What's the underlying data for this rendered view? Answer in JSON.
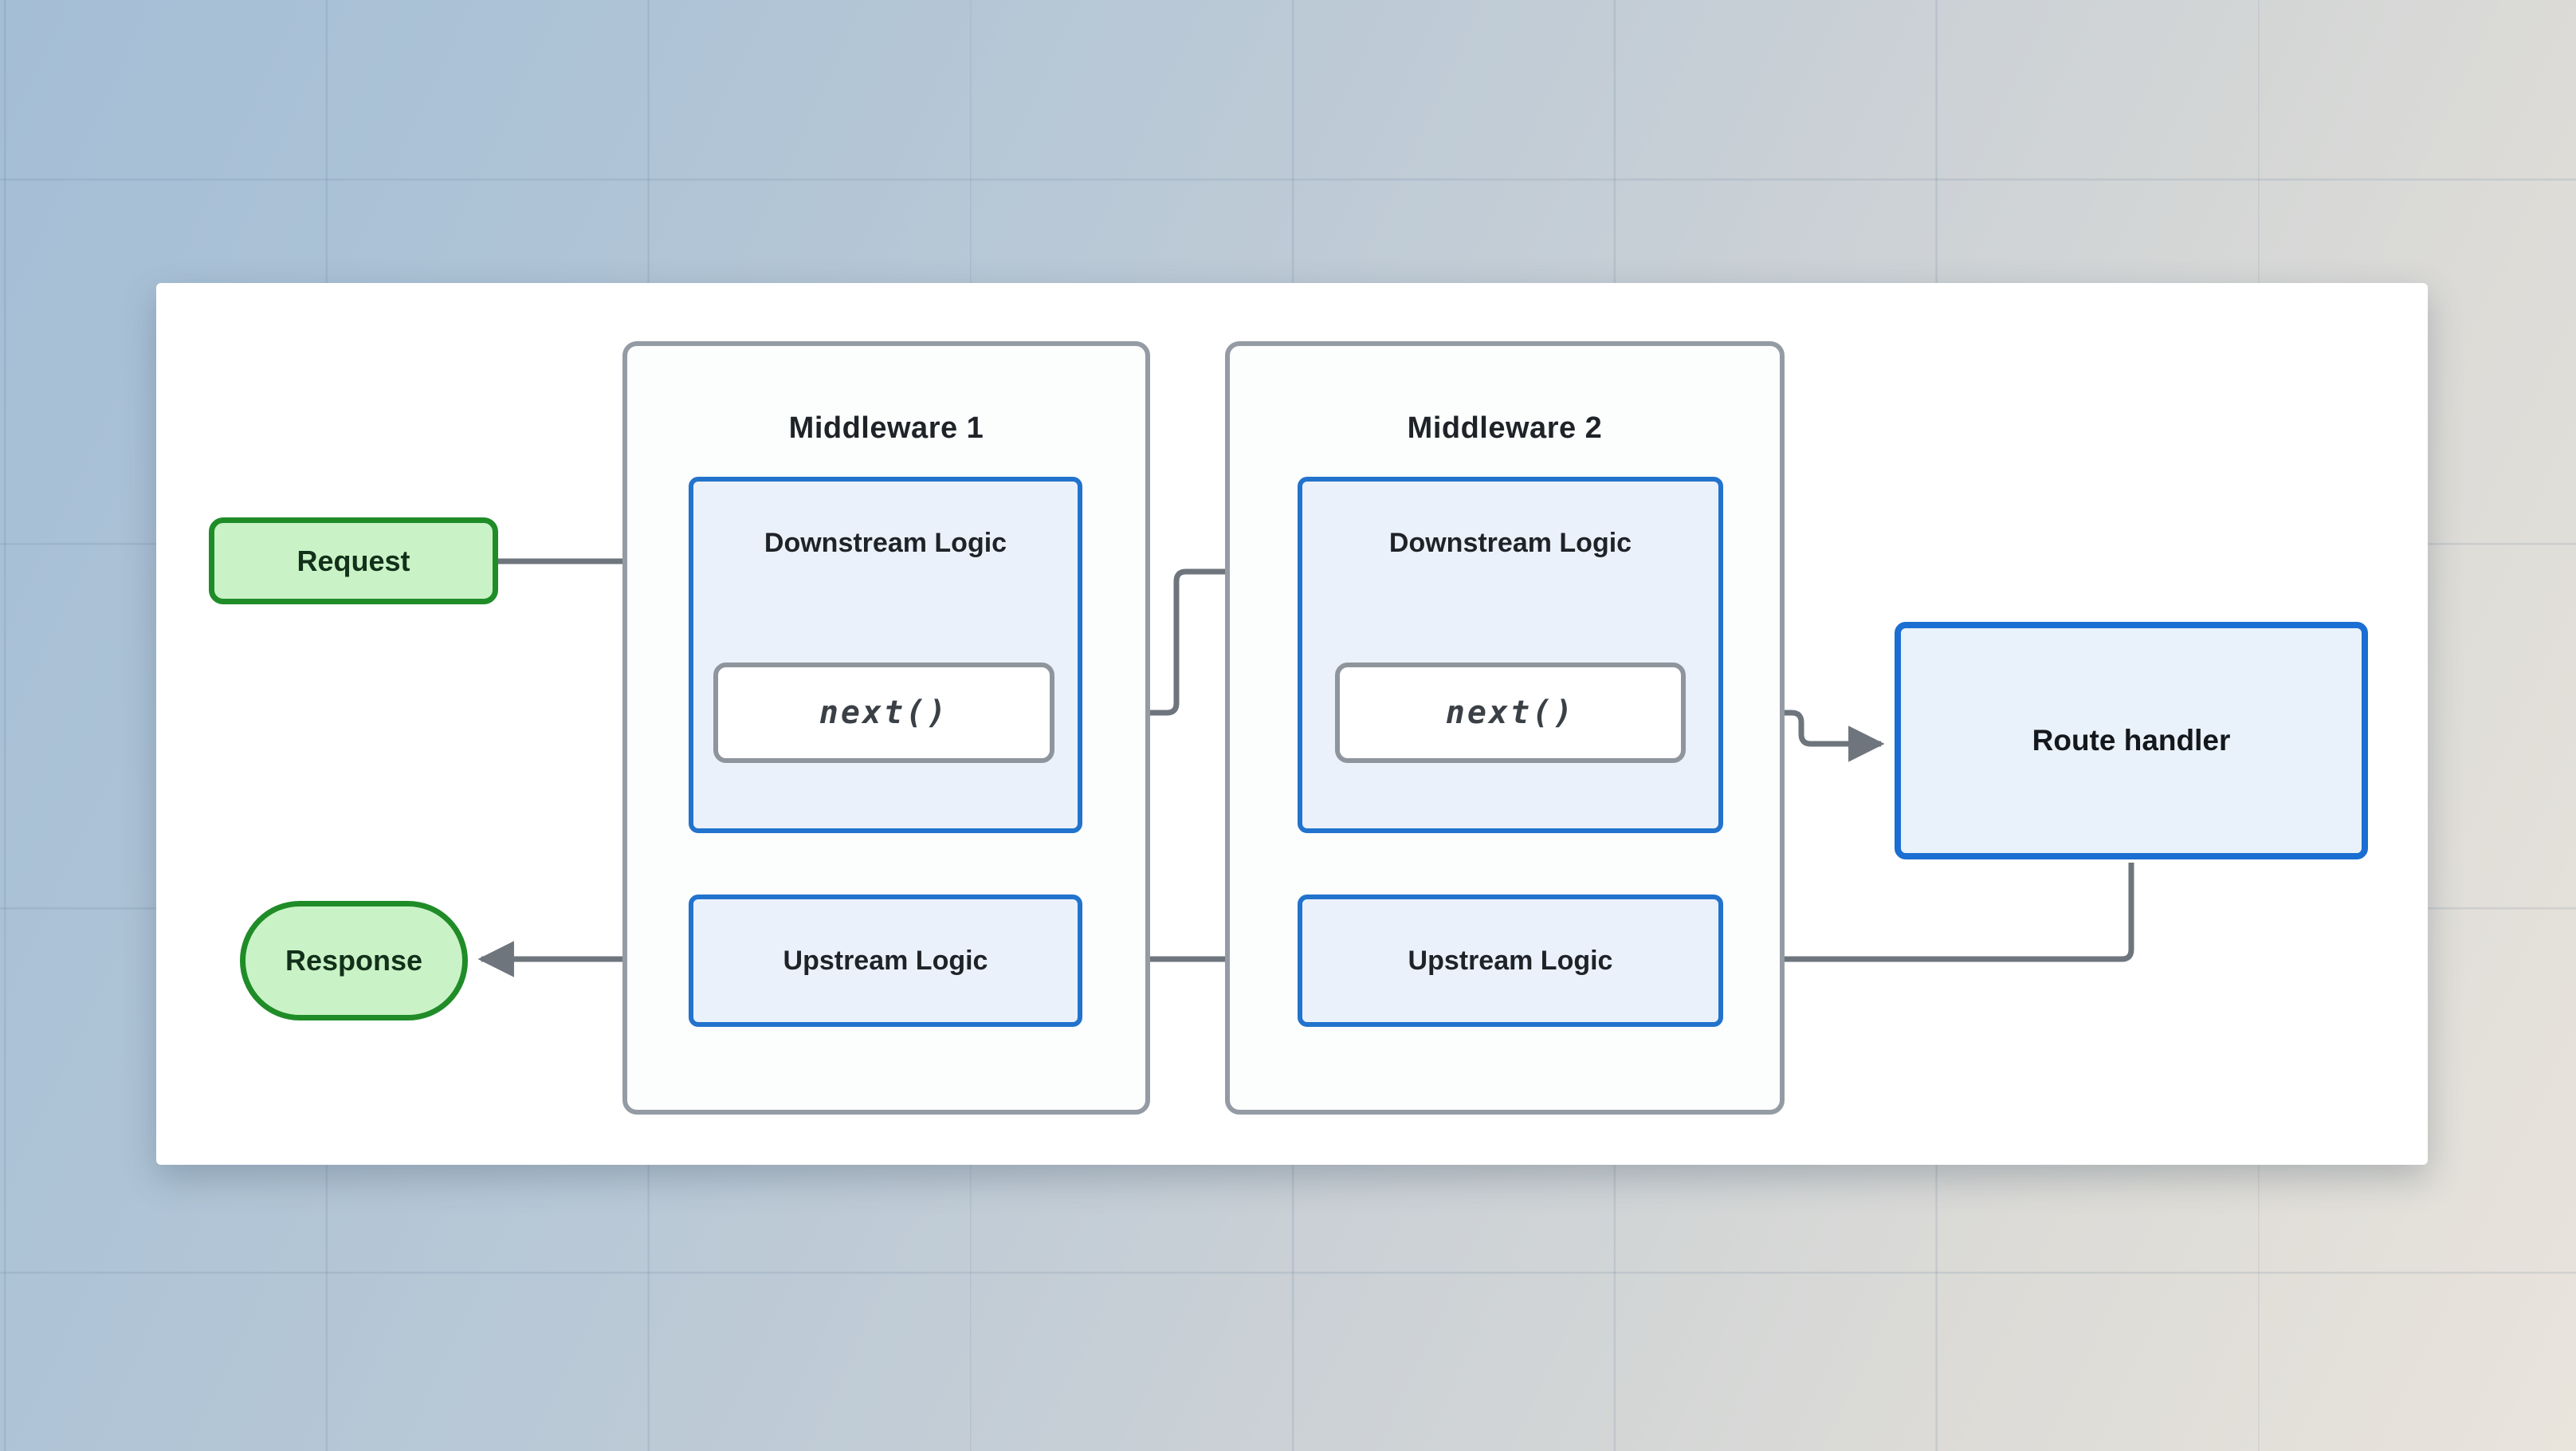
{
  "diagram": {
    "request": {
      "label": "Request"
    },
    "response": {
      "label": "Response"
    },
    "middleware1": {
      "title": "Middleware 1",
      "downstream_label": "Downstream Logic",
      "next_label": "next()",
      "upstream_label": "Upstream Logic"
    },
    "middleware2": {
      "title": "Middleware 2",
      "downstream_label": "Downstream Logic",
      "next_label": "next()",
      "upstream_label": "Upstream Logic"
    },
    "route_handler": {
      "label": "Route handler"
    },
    "edges": [
      {
        "from": "request",
        "to": "middleware1-downstream-logic",
        "arrow": "right"
      },
      {
        "from": "middleware1-next",
        "to": "middleware2-downstream-logic",
        "arrow": "right"
      },
      {
        "from": "middleware2-next",
        "to": "route-handler",
        "arrow": "right"
      },
      {
        "from": "route-handler",
        "to": "middleware2-upstream-logic",
        "arrow": "left"
      },
      {
        "from": "middleware2-upstream-logic",
        "to": "middleware1-upstream-logic",
        "arrow": "left"
      },
      {
        "from": "middleware1-upstream-logic",
        "to": "response",
        "arrow": "left"
      }
    ],
    "colors": {
      "green_fill": "#c9f3c6",
      "green_border": "#1f8c28",
      "blue_fill": "#eaf1fb",
      "blue_border": "#2273cd",
      "route_border": "#1b6ed2",
      "container_border": "#949ba4",
      "next_border": "#8e959c",
      "arrow_gray": "#6e757c",
      "card_bg": "#ffffff",
      "bg_top_left": "#a4bed6",
      "bg_bottom_right": "#e9e4dc"
    }
  }
}
